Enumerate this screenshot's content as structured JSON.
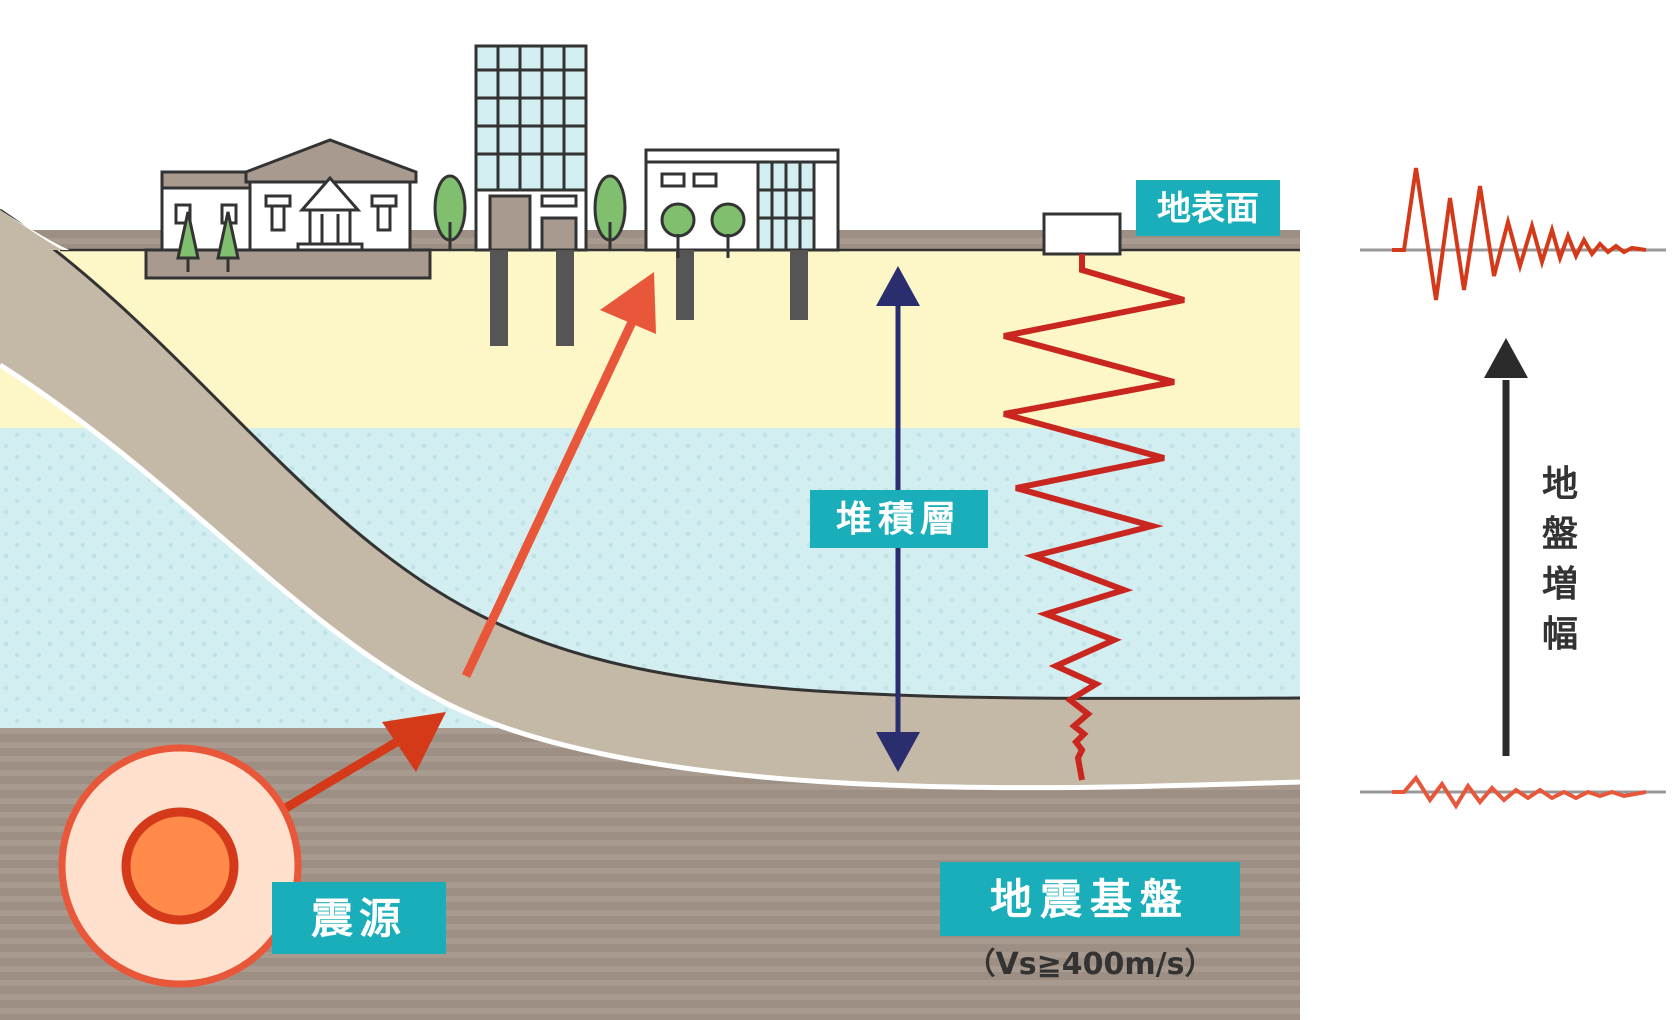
{
  "labels": {
    "ground_surface": "地表面",
    "sediment_layer": "堆積層",
    "epicenter": "震源",
    "seismic_bedrock": "地震基盤",
    "bedrock_condition": "（Vs≧400m/s）",
    "amplification": [
      "地",
      "盤",
      "増",
      "幅"
    ]
  },
  "colors": {
    "teal_label": "#1aaebb",
    "sediment_top": "#fdf7c8",
    "sediment_water": "#d3eef0",
    "bedrock_band": "#c4b8a6",
    "bedrock_deep": "#9d8f83",
    "wave_red": "#c8261e",
    "arrow_orange": "#e8573a",
    "arrow_red": "#d43a1a",
    "depth_arrow": "#2a2e6e",
    "amp_arrow": "#2b2b2b",
    "epicenter_core": "#ff8a4a"
  },
  "icons": [
    "house-icon",
    "office-building-icon",
    "shop-icon",
    "tree-icon",
    "seismometer-icon"
  ]
}
